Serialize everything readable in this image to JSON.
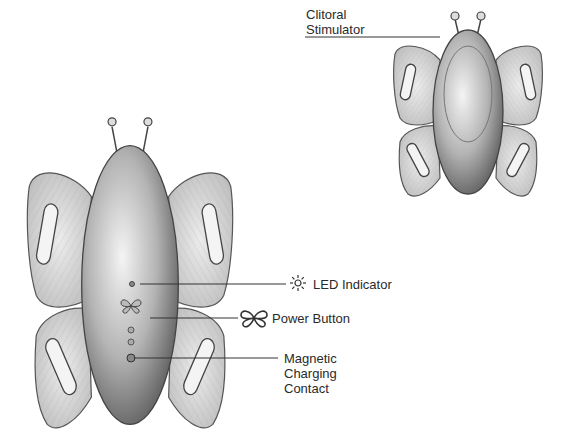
{
  "diagram": {
    "labels": [
      "Clitoral Stimulator",
      "LED Indicator",
      "Power Button",
      "Magnetic Charging Contact"
    ]
  }
}
